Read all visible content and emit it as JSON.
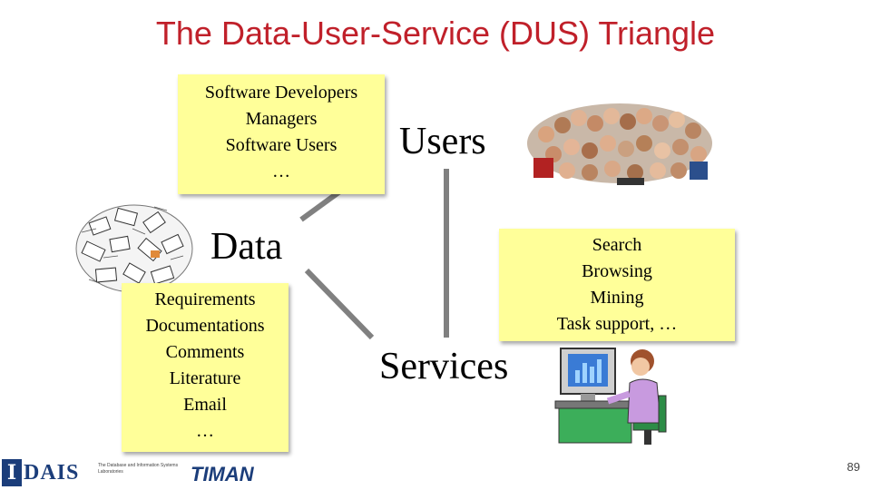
{
  "title": "The Data-User-Service (DUS) Triangle",
  "nodes": {
    "users": "Users",
    "data": "Data",
    "services": "Services"
  },
  "users_note": [
    "Software Developers",
    "Managers",
    "Software Users",
    "…"
  ],
  "data_note": [
    "Requirements",
    "Documentations",
    "Comments",
    "Literature",
    "Email",
    "…"
  ],
  "services_note": [
    "Search",
    "Browsing",
    "Mining",
    "Task support,  …"
  ],
  "footer": {
    "dais_logo": "DAIS",
    "dais_subtitle": "The Database and Information Systems Laboratories",
    "timan_logo": "TIMAN"
  },
  "page_number": "89",
  "colors": {
    "title": "#c0202a",
    "note_bg": "#ffff99",
    "connector": "#808080"
  },
  "icons": [
    "crowd-photo",
    "paper-pile",
    "woman-at-computer"
  ]
}
